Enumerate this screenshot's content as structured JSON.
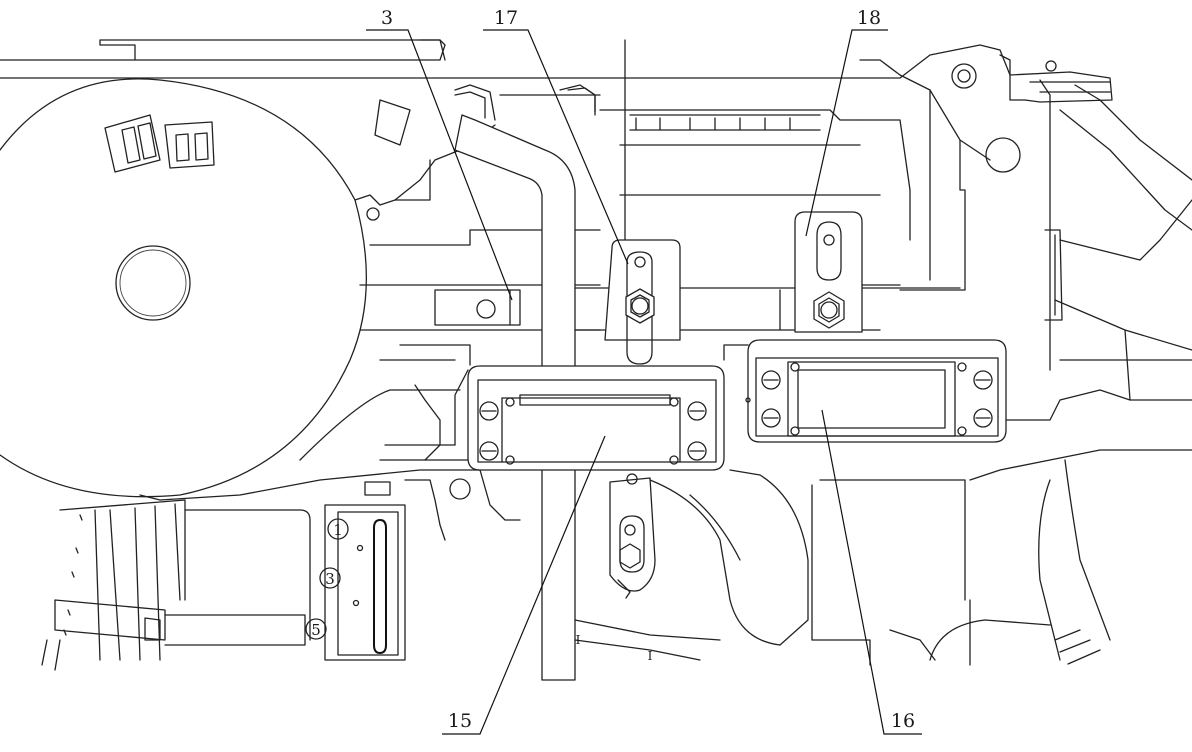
{
  "callouts": {
    "c3": "3",
    "c17": "17",
    "c18": "18",
    "c15": "15",
    "c16": "16"
  },
  "selector_marks": {
    "m1": "1",
    "m3": "3",
    "m5": "5"
  },
  "tick_marks": {
    "t1": "I",
    "t2": "I"
  }
}
